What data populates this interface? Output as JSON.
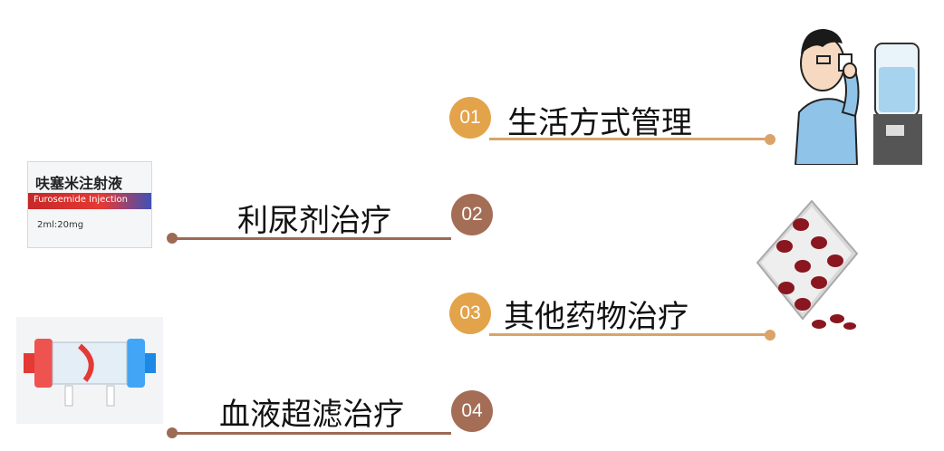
{
  "items": [
    {
      "number": "01",
      "label": "生活方式管理"
    },
    {
      "number": "02",
      "label": "利尿剂治疗"
    },
    {
      "number": "03",
      "label": "其他药物治疗"
    },
    {
      "number": "04",
      "label": "血液超滤治疗"
    }
  ],
  "box": {
    "title": "呋塞米注射液",
    "subtitle": "Furosemide Injection",
    "dose": "2ml:20mg"
  },
  "colors": {
    "orange": "#e3a34a",
    "brown": "#a46d55"
  }
}
